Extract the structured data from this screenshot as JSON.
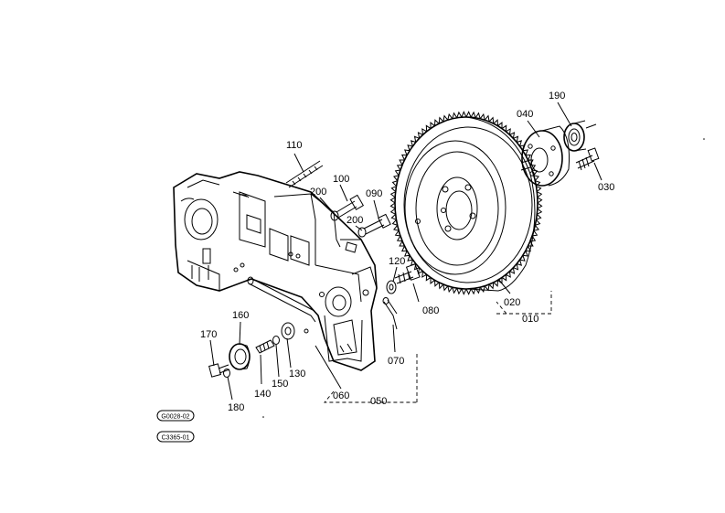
{
  "diagram": {
    "part_labels": [
      {
        "id": "010",
        "text": "010"
      },
      {
        "id": "020",
        "text": "020"
      },
      {
        "id": "030",
        "text": "030"
      },
      {
        "id": "040",
        "text": "040"
      },
      {
        "id": "050",
        "text": "050"
      },
      {
        "id": "060",
        "text": "060"
      },
      {
        "id": "070",
        "text": "070"
      },
      {
        "id": "080",
        "text": "080"
      },
      {
        "id": "090",
        "text": "090"
      },
      {
        "id": "100",
        "text": "100"
      },
      {
        "id": "110",
        "text": "110"
      },
      {
        "id": "120",
        "text": "120"
      },
      {
        "id": "130",
        "text": "130"
      },
      {
        "id": "140",
        "text": "140"
      },
      {
        "id": "150",
        "text": "150"
      },
      {
        "id": "160",
        "text": "160"
      },
      {
        "id": "170",
        "text": "170"
      },
      {
        "id": "180",
        "text": "180"
      },
      {
        "id": "190",
        "text": "190"
      },
      {
        "id": "200a",
        "text": "200"
      },
      {
        "id": "200b",
        "text": "200"
      }
    ],
    "reference_codes": [
      {
        "id": "ref1",
        "text": "G0028-02"
      },
      {
        "id": "ref2",
        "text": "C3365-01"
      }
    ]
  }
}
